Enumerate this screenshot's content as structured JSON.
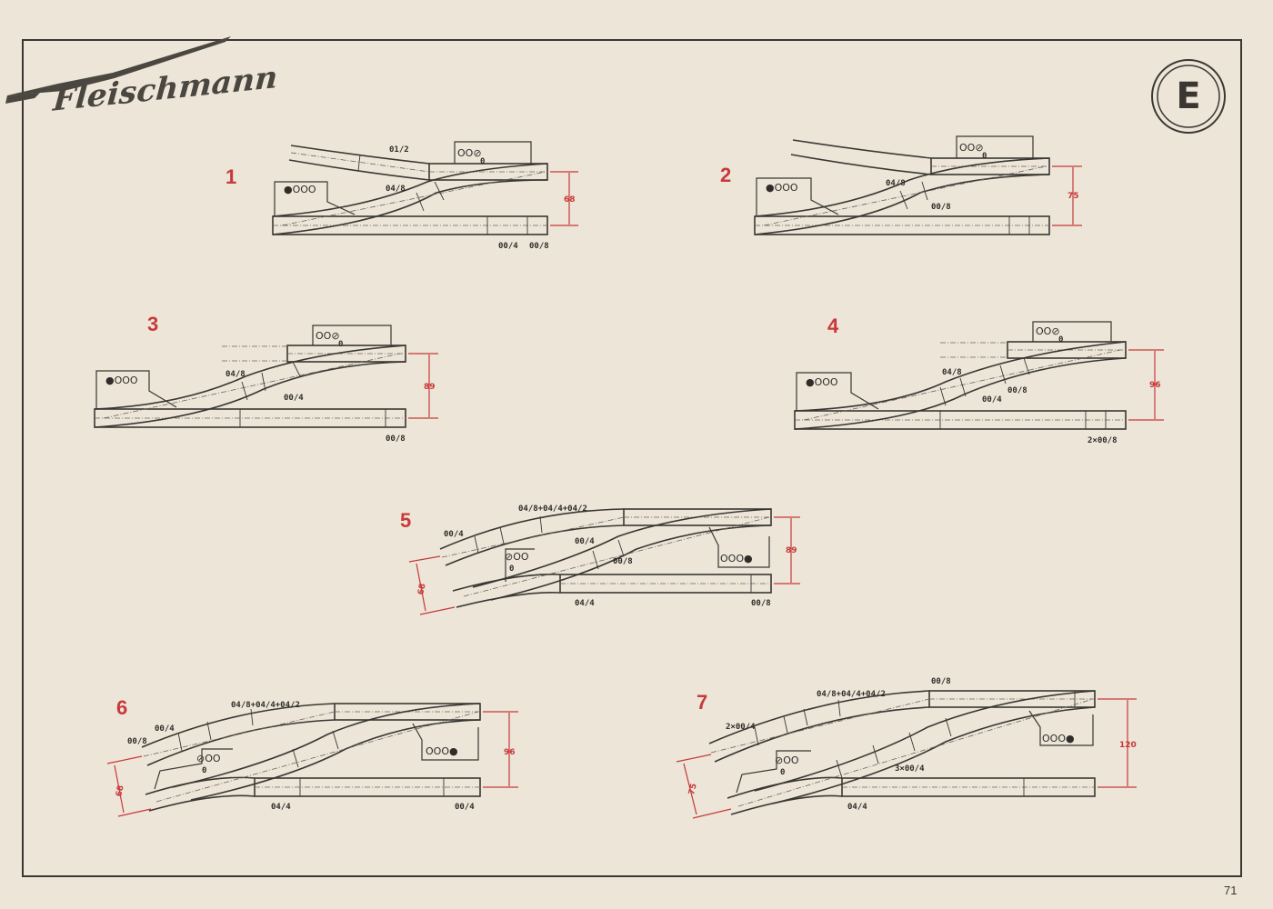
{
  "brand": "Fleischmann",
  "badge_letter": "E",
  "page_number": "71",
  "diagrams": [
    {
      "number": "1",
      "labels": [
        "01/2",
        "04/8",
        "00/4",
        "00/8"
      ],
      "dimension": "68",
      "symbols": "OO⊘",
      "symbols_sub": "0",
      "lamps": "●OOO"
    },
    {
      "number": "2",
      "labels": [
        "04/8",
        "00/8"
      ],
      "dimension": "75",
      "symbols": "OO⊘",
      "symbols_sub": "0",
      "lamps": "●OOO"
    },
    {
      "number": "3",
      "labels": [
        "04/8",
        "00/4",
        "00/8"
      ],
      "dimension": "89",
      "symbols": "OO⊘",
      "symbols_sub": "0",
      "lamps": "●OOO"
    },
    {
      "number": "4",
      "labels": [
        "04/8",
        "00/4",
        "00/8",
        "2×00/8"
      ],
      "dimension": "96",
      "symbols": "OO⊘",
      "symbols_sub": "0",
      "lamps": "●OOO"
    },
    {
      "number": "5",
      "labels": [
        "04/8+04/4+04/2",
        "00/4",
        "00/4",
        "00/8",
        "04/4",
        "00/8"
      ],
      "dimension": "89",
      "dimension2": "68",
      "symbols": "⊘OO",
      "symbols_sub": "0",
      "lamps": "OOO●"
    },
    {
      "number": "6",
      "labels": [
        "04/8+04/4+04/2",
        "00/8",
        "00/4",
        "04/4",
        "00/4"
      ],
      "dimension": "96",
      "dimension2": "68",
      "symbols": "⊘OO",
      "symbols_sub": "0",
      "lamps": "OOO●"
    },
    {
      "number": "7",
      "labels": [
        "04/8+04/4+04/2",
        "00/8",
        "2×00/4",
        "3×00/4",
        "04/4"
      ],
      "dimension": "120",
      "dimension2": "75",
      "symbols": "⊘OO",
      "symbols_sub": "0",
      "lamps": "OOO●"
    }
  ],
  "colors": {
    "paper": "#ece5d8",
    "ink": "#3a3733",
    "accent": "#c8393a"
  }
}
